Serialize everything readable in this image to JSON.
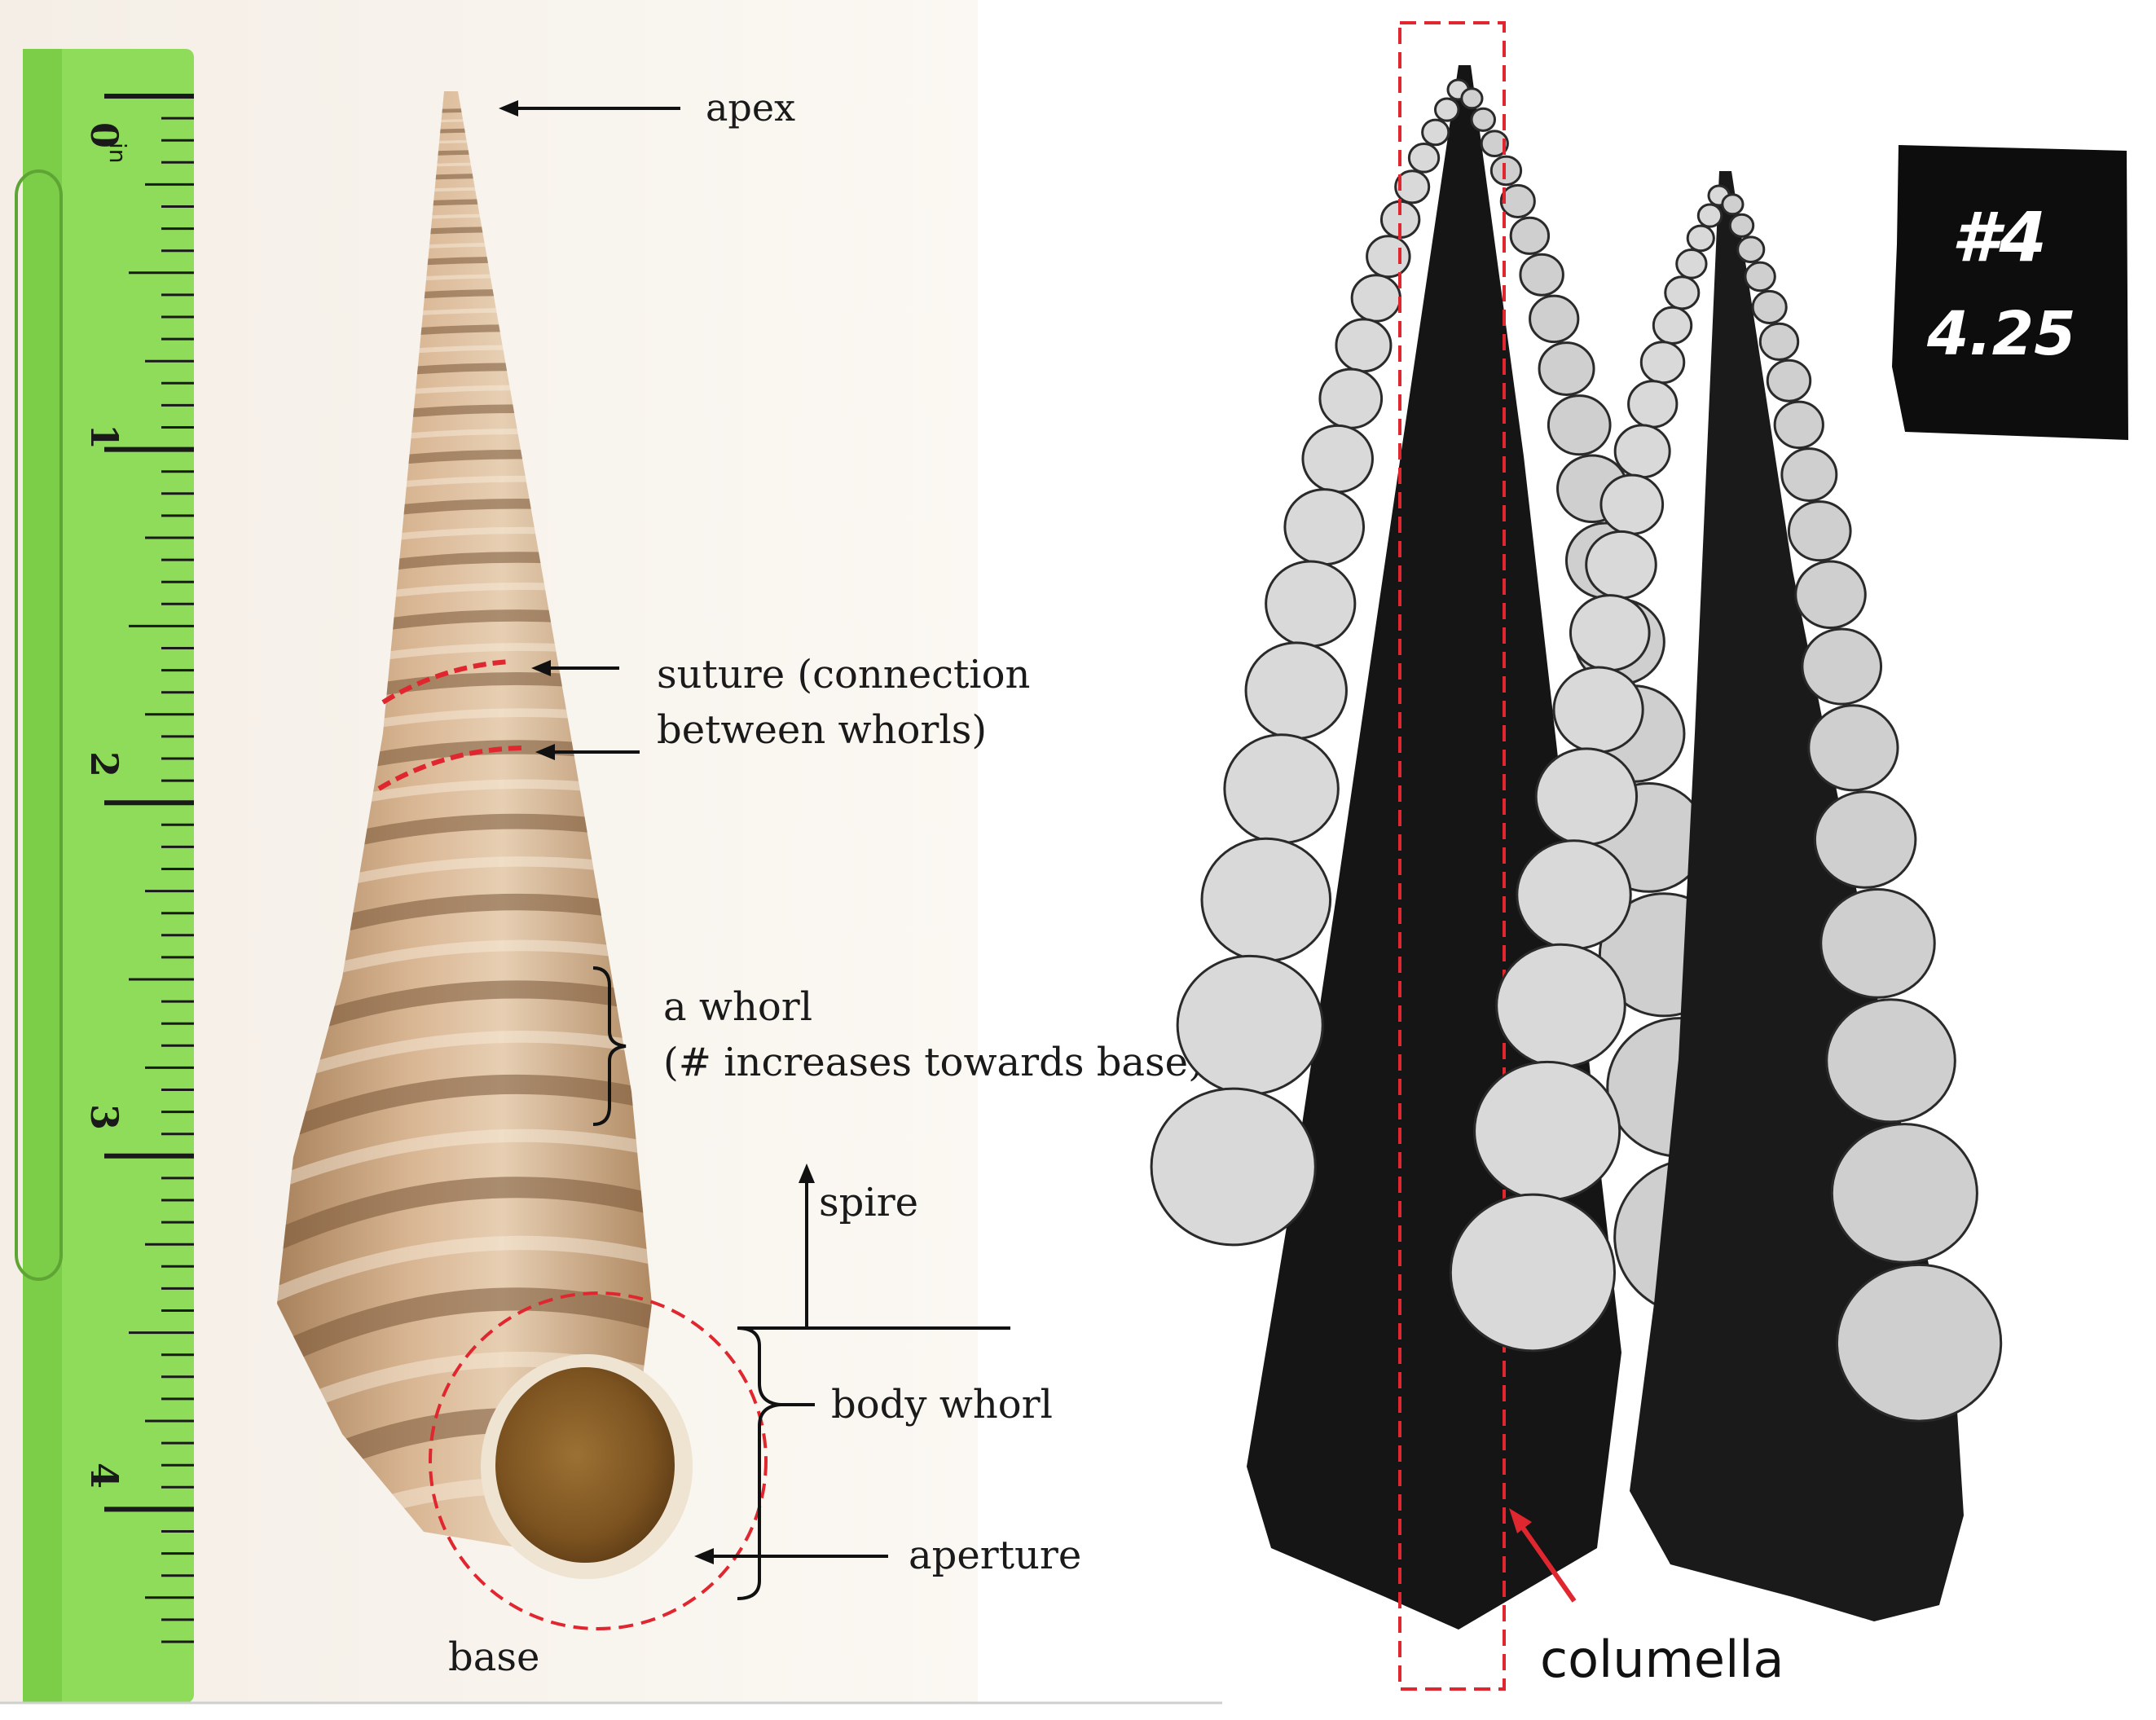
{
  "photo": {
    "ruler": {
      "ticks": [
        "0",
        "1",
        "2",
        "3",
        "4"
      ],
      "unit": "in"
    },
    "labels": {
      "apex": "apex",
      "suture_line1": "suture (connection",
      "suture_line2": "between whorls)",
      "whorl_line1": "a whorl",
      "whorl_line2": "(# increases towards base)",
      "spire": "spire",
      "body_whorl": "body whorl",
      "aperture": "aperture",
      "base": "base"
    }
  },
  "scan": {
    "tag_line1": "#4",
    "tag_line2": "4.25",
    "columella": "columella"
  },
  "colors": {
    "ruler_green": "#8fdc5a",
    "shell_tan": "#c9a27a",
    "accent_red": "#e0262e",
    "scan_black": "#111111"
  }
}
